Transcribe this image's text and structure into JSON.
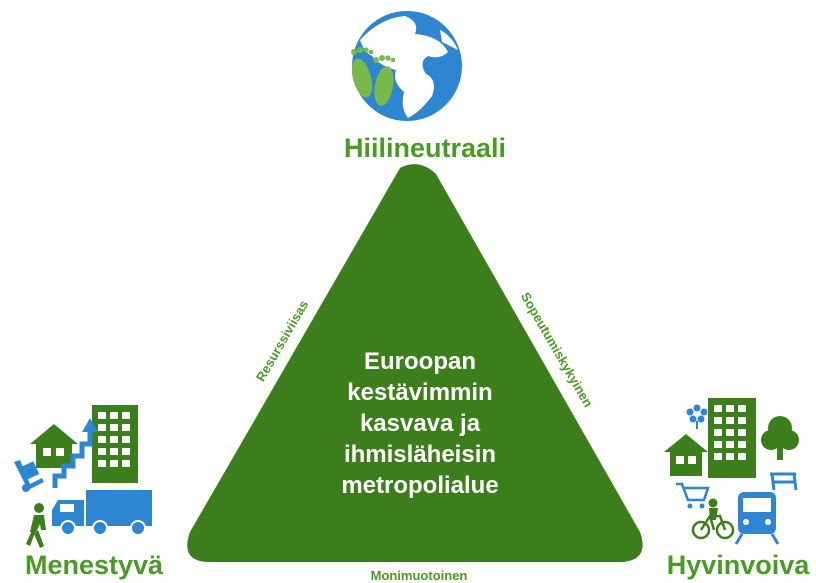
{
  "colors": {
    "green": "#3d7e1c",
    "label_green": "#4a9a26",
    "blue": "#2e86d0",
    "blue_light": "#5ab4ee",
    "white": "#ffffff"
  },
  "corners": {
    "top": {
      "label": "Hiilineutraali",
      "icon": "globe-footprints-icon"
    },
    "left": {
      "label": "Menestyvä",
      "icon": "growth-logistics-icon"
    },
    "right": {
      "label": "Hyvinvoiva",
      "icon": "wellbeing-city-icon"
    }
  },
  "edges": {
    "left": "Resurssiviisas",
    "right": "Sopeutumiskykyinen",
    "bottom": "Monimuotoinen"
  },
  "center": {
    "lines": [
      "Euroopan",
      "kestävimmin",
      "kasvava ja",
      "ihmisläheisin",
      "metropolialue"
    ]
  }
}
